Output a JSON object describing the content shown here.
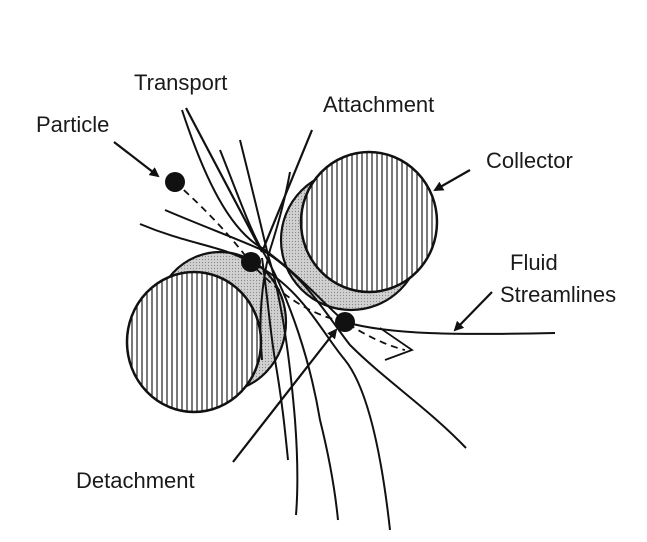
{
  "labels": {
    "particle": "Particle",
    "transport": "Transport",
    "attachment": "Attachment",
    "collector": "Collector",
    "fluid": "Fluid",
    "streamlines": "Streamlines",
    "detachment": "Detachment"
  },
  "colors": {
    "ink": "#111111",
    "background": "#ffffff",
    "shading": "#bdbdbd"
  }
}
